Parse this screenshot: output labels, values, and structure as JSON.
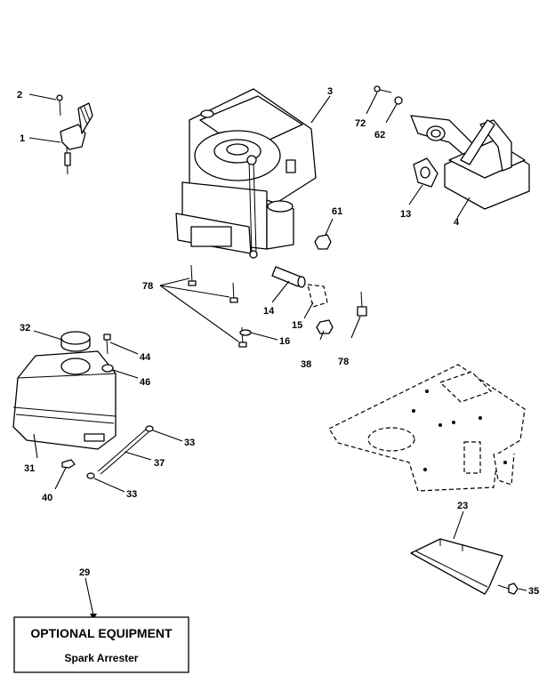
{
  "callouts": {
    "c1": "1",
    "c2": "2",
    "c3": "3",
    "c4": "4",
    "c13": "13",
    "c14": "14",
    "c15": "15",
    "c16": "16",
    "c23": "23",
    "c29": "29",
    "c31": "31",
    "c32": "32",
    "c33a": "33",
    "c33b": "33",
    "c35": "35",
    "c37": "37",
    "c38": "38",
    "c40": "40",
    "c44": "44",
    "c46": "46",
    "c61": "61",
    "c62": "62",
    "c72": "72",
    "c78a": "78",
    "c78b": "78"
  },
  "optional_box": {
    "title": "OPTIONAL EQUIPMENT",
    "subtitle": "Spark Arrester"
  }
}
